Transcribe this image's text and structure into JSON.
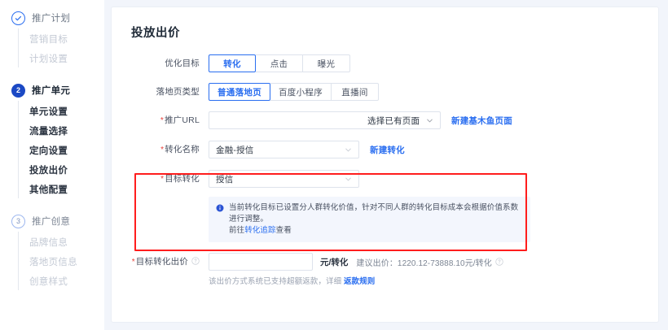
{
  "sidebar": {
    "steps": [
      {
        "badge": "check",
        "state": "done",
        "title": "推广计划",
        "children": [
          {
            "label": "营销目标",
            "state": "disabled"
          },
          {
            "label": "计划设置",
            "state": "disabled"
          }
        ]
      },
      {
        "badge": "2",
        "state": "active",
        "title": "推广单元",
        "children": [
          {
            "label": "单元设置",
            "state": "enabled"
          },
          {
            "label": "流量选择",
            "state": "enabled"
          },
          {
            "label": "定向设置",
            "state": "enabled"
          },
          {
            "label": "投放出价",
            "state": "enabled"
          },
          {
            "label": "其他配置",
            "state": "enabled"
          }
        ]
      },
      {
        "badge": "3",
        "state": "upcoming",
        "title": "推广创意",
        "children": [
          {
            "label": "品牌信息",
            "state": "disabled"
          },
          {
            "label": "落地页信息",
            "state": "disabled"
          },
          {
            "label": "创意样式",
            "state": "disabled"
          }
        ]
      }
    ]
  },
  "card": {
    "title": "投放出价",
    "optimize_goal": {
      "label": "优化目标",
      "options": [
        "转化",
        "点击",
        "曝光"
      ],
      "selected": "转化"
    },
    "landing_type": {
      "label": "落地页类型",
      "options": [
        "普通落地页",
        "百度小程序",
        "直播间"
      ],
      "selected": "普通落地页"
    },
    "promo_url": {
      "label": "推广URL",
      "required": true,
      "value": "",
      "placeholder": "",
      "select_label": "选择已有页面",
      "link": "新建基木鱼页面"
    },
    "conversion_name": {
      "label": "转化名称",
      "required": true,
      "value": "金融-授信",
      "link": "新建转化"
    },
    "target_conversion": {
      "label": "目标转化",
      "required": true,
      "value": "授信"
    },
    "banner": {
      "line1": "当前转化目标已设置分人群转化价值，针对不同人群的转化目标成本会根据价值系数进行调整。",
      "line2_prefix": "前往",
      "line2_link": "转化追踪",
      "line2_suffix": "查看"
    },
    "target_bid": {
      "label": "目标转化出价",
      "required": true,
      "value": "",
      "placeholder": "",
      "unit": "元/转化",
      "hint": "建议出价：1220.12-73888.10元/转化",
      "subnote_prefix": "该出价方式系统已支持超额返款，详细 ",
      "subnote_link": "返款规则"
    }
  },
  "colors": {
    "accent": "#2a6ef0",
    "accent_dark": "#1b49c4",
    "required": "#e8403a",
    "highlight": "#ff1d1d",
    "page_bg": "#f2f5fb",
    "banner_bg": "#f3f6fd"
  }
}
